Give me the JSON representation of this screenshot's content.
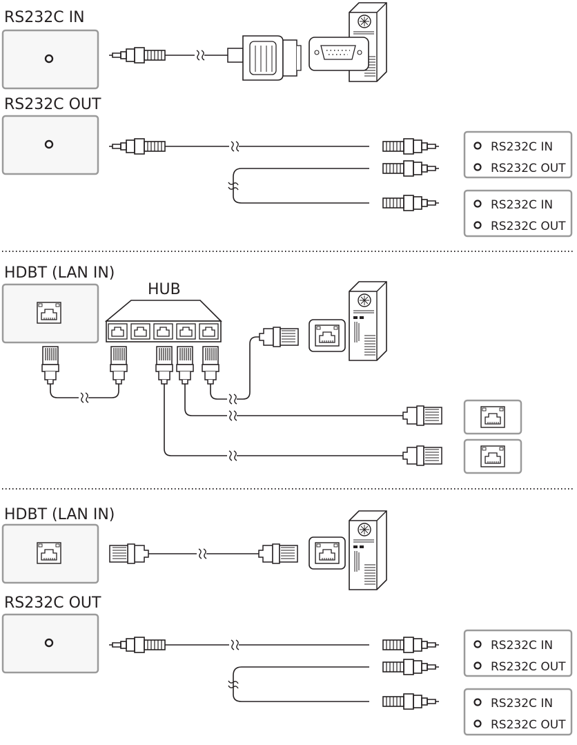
{
  "colors": {
    "line": "#231f20",
    "panel_border": "#9a9a9a",
    "panel_fill": "#f7f7f7",
    "background": "#ffffff"
  },
  "sections": {
    "s1": {
      "title": "RS232C IN"
    },
    "s2": {
      "title": "RS232C OUT",
      "device_a": {
        "in": "RS232C IN",
        "out": "RS232C OUT"
      },
      "device_b": {
        "in": "RS232C IN",
        "out": "RS232C OUT"
      }
    },
    "s3": {
      "title": "HDBT (LAN IN)",
      "hub": "HUB"
    },
    "s4": {
      "title": "HDBT (LAN IN)"
    },
    "s5": {
      "title": "RS232C OUT",
      "device_a": {
        "in": "RS232C IN",
        "out": "RS232C OUT"
      },
      "device_b": {
        "in": "RS232C IN",
        "out": "RS232C OUT"
      }
    }
  }
}
